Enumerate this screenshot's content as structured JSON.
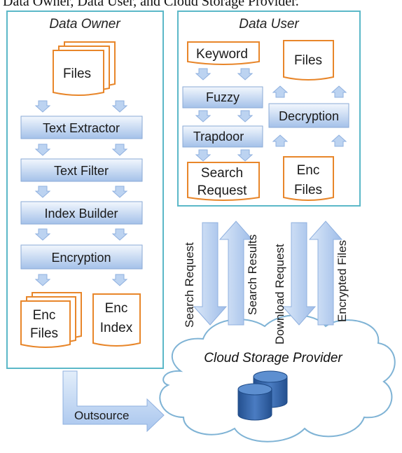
{
  "caption": "Data Owner, Data User, and Cloud Storage Provider.",
  "data_owner": {
    "title": "Data Owner",
    "files": "Files",
    "steps": [
      "Text Extractor",
      "Text Filter",
      "Index Builder",
      "Encryption"
    ],
    "enc_files": [
      "Enc",
      "Files"
    ],
    "enc_index": [
      "Enc",
      "Index"
    ]
  },
  "data_user": {
    "title": "Data User",
    "keyword": "Keyword",
    "fuzzy": "Fuzzy",
    "trapdoor": "Trapdoor",
    "search_request": [
      "Search",
      "Request"
    ],
    "files": "Files",
    "decryption": "Decryption",
    "enc_files": [
      "Enc",
      "Files"
    ]
  },
  "flows": {
    "search_request": "Search Request",
    "search_results": "Search Results",
    "download_request": "Download Request",
    "encrypted_files": "Encrypted Files"
  },
  "cloud": {
    "title": "Cloud Storage Provider"
  },
  "outsource": "Outsource",
  "colors": {
    "panel_border": "#5bb8c8",
    "doc_border": "#e8862a",
    "box_top": "#eef4fc",
    "box_bottom": "#a8c4ea",
    "arrow": "#a9c6ee",
    "cloud_border": "#7fb3d5",
    "db": "#2e5fa3"
  }
}
